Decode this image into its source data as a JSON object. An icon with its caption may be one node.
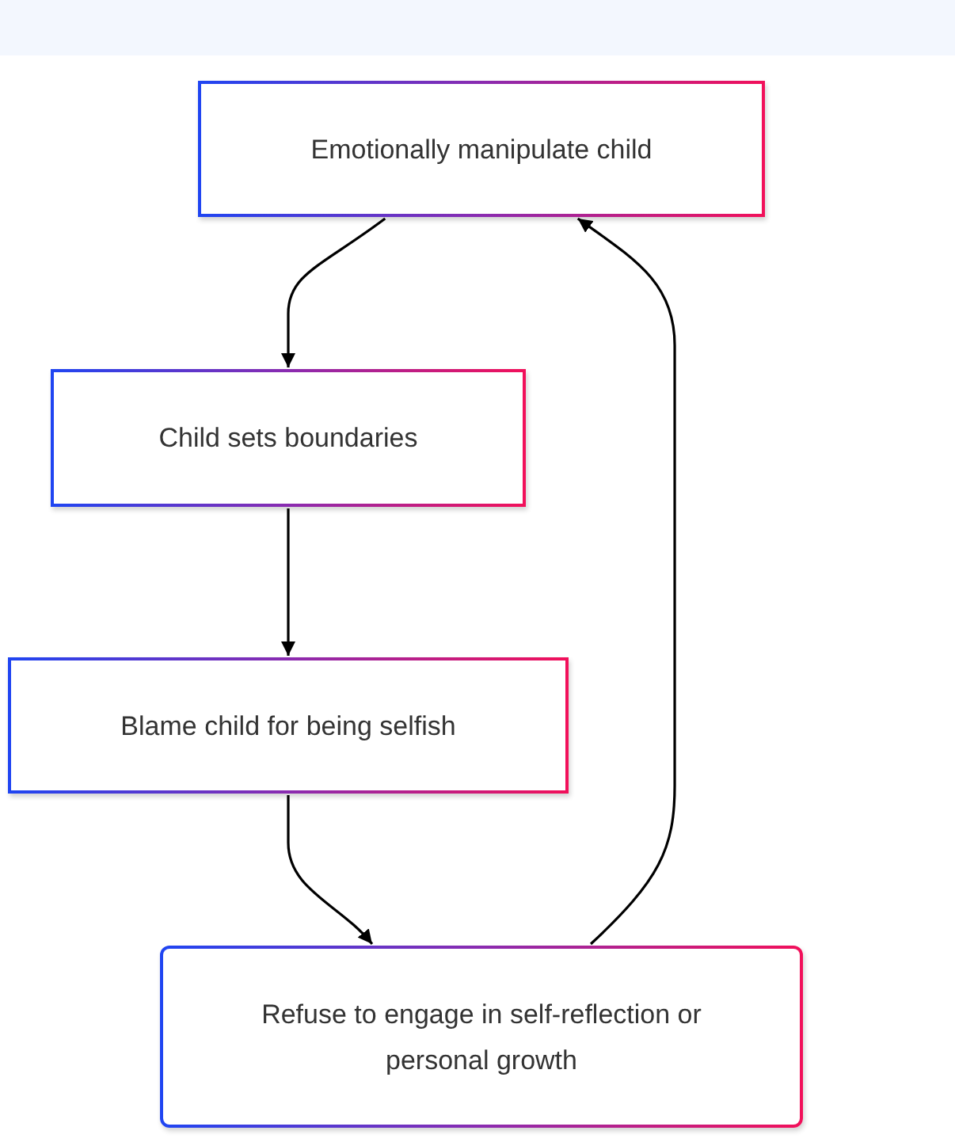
{
  "diagram": {
    "nodes": [
      {
        "text": [
          "Emotionally manipulate child"
        ]
      },
      {
        "text": [
          "Child sets boundaries"
        ]
      },
      {
        "text": [
          "Blame child for being selfish"
        ]
      },
      {
        "text": [
          "Refuse to engage in self-reflection or personal growth"
        ]
      }
    ],
    "edges": [
      {
        "from": 0,
        "to": 1,
        "arrow": "to"
      },
      {
        "from": 1,
        "to": 2,
        "arrow": "to"
      },
      {
        "from": 2,
        "to": 3,
        "arrow": "to"
      },
      {
        "from": 3,
        "to": 0,
        "arrow": "to"
      }
    ]
  }
}
